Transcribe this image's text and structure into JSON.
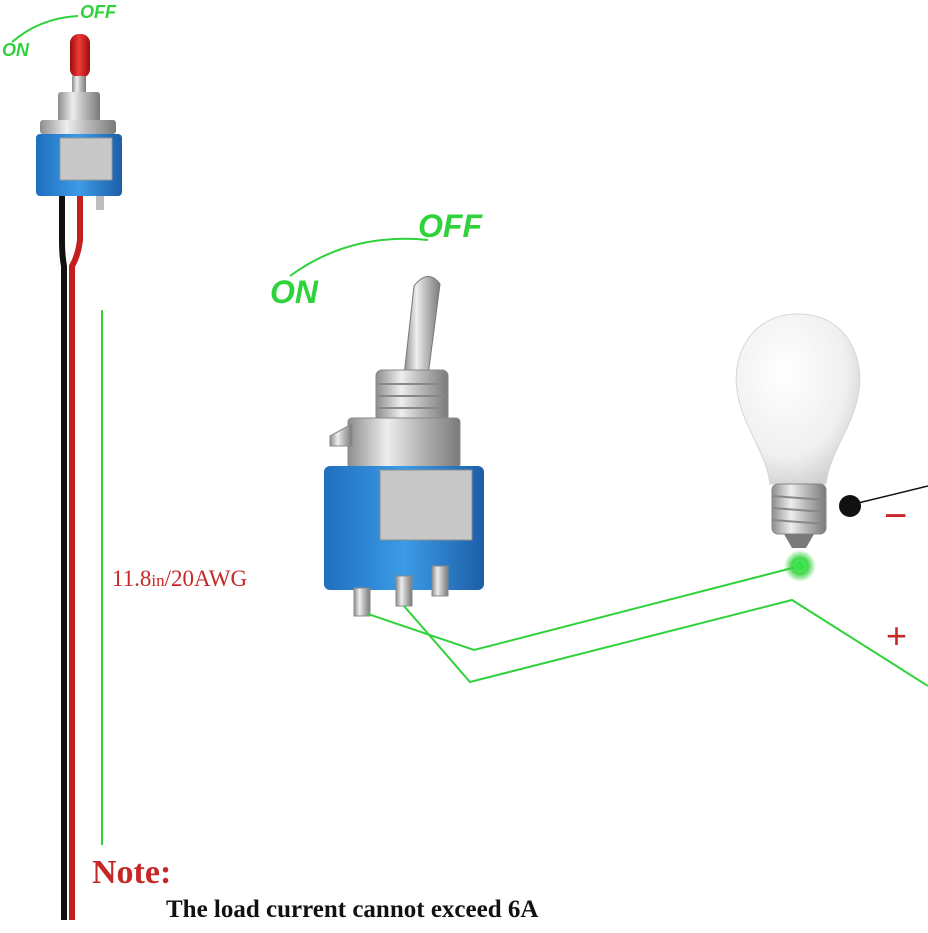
{
  "switch_small": {
    "on_label": "ON",
    "off_label": "OFF"
  },
  "switch_large": {
    "on_label": "ON",
    "off_label": "OFF"
  },
  "wire": {
    "length": "11.8",
    "unit": "in",
    "gauge": "/20AWG"
  },
  "bulb": {
    "negative_label": "−",
    "positive_label": "+"
  },
  "note": {
    "title": "Note:",
    "text": "The load current cannot exceed 6A"
  },
  "colors": {
    "accent_green": "#2fd23a",
    "switch_blue": "#2f8fd8",
    "metal": "#c9c9c9",
    "lever_red": "#d31515",
    "wire_red": "#c41f1f",
    "wire_black": "#111111",
    "label_red": "#c62828"
  }
}
